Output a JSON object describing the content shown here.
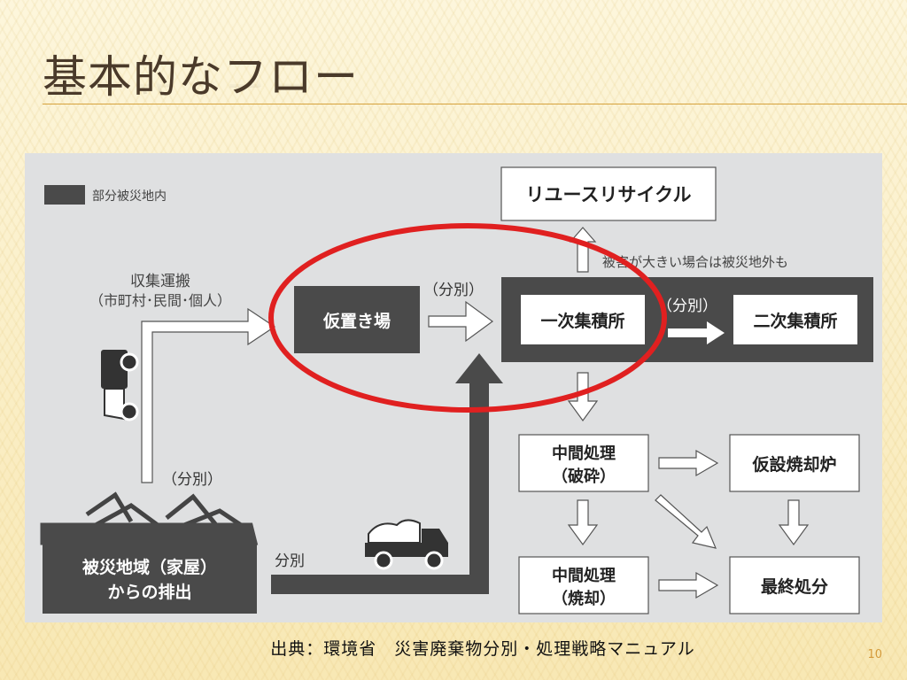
{
  "slide": {
    "title": "基本的なフロー",
    "caption": "出典：環境省　災害廃棄物分別・処理戦略マニュアル",
    "page_number": "10"
  },
  "diagram": {
    "legend": "部分被災地内",
    "collection_line1": "収集運搬",
    "collection_line2": "（市町村･民間･個人）",
    "sort1": "（分別）",
    "sort2": "（分別）",
    "sort3": "（分別）",
    "sort4": "分別",
    "temp_site": "仮置き場",
    "primary": "一次集積所",
    "secondary": "二次集積所",
    "reuse": "リユースリサイクル",
    "large_damage": "被害が大きい場合は被災地外も",
    "mid_crush_line1": "中間処理",
    "mid_crush_line2": "（破砕）",
    "temp_incinerator": "仮設焼却炉",
    "mid_burn_line1": "中間処理",
    "mid_burn_line2": "（焼却）",
    "final_disposal": "最終処分",
    "origin_line1": "被災地域（家屋）",
    "origin_line2": "からの排出"
  },
  "colors": {
    "highlight_ellipse": "#e02020",
    "dark_box": "#4a4a4a",
    "diagram_bg": "#dfe0e1",
    "title_rule": "#d6a23c"
  }
}
